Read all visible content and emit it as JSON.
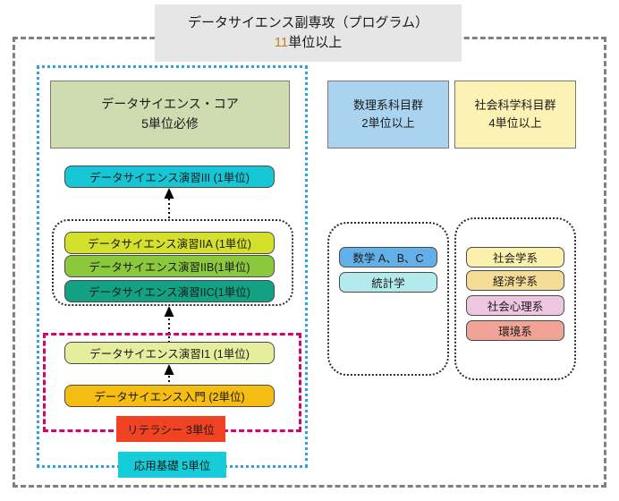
{
  "header": {
    "title": "データサイエンス副専攻（プログラム）",
    "credits_number": "11",
    "credits_suffix": "単位以上"
  },
  "left_column": {
    "core": {
      "title": "データサイエンス・コア",
      "credits": "5単位必修"
    },
    "courses": [
      {
        "id": "ds-enshu-3",
        "label": "データサイエンス演習III (1単位)",
        "color": "#17c6d5"
      },
      {
        "id": "ds-enshu-2a",
        "label": "データサイエンス演習IIA (1単位)",
        "color": "#d4e02c"
      },
      {
        "id": "ds-enshu-2b",
        "label": "データサイエンス演習IIB(1単位)",
        "color": "#8ac83c"
      },
      {
        "id": "ds-enshu-2c",
        "label": "データサイエンス演習IIC(1単位)",
        "color": "#12a183"
      },
      {
        "id": "ds-enshu-1",
        "label": "データサイエンス演習I1 (1単位)",
        "color": "#e4ee9c"
      },
      {
        "id": "ds-nyumon",
        "label": "データサイエンス入門 (2単位)",
        "color": "#f5bd11"
      }
    ],
    "foundation": [
      {
        "id": "literacy",
        "label": "リテラシー 3単位",
        "color": "#f04323"
      },
      {
        "id": "applied",
        "label": "応用基礎 5単位",
        "color": "#16ccd8"
      }
    ]
  },
  "right_column": {
    "math_group": {
      "title": "数理系科目群",
      "credits": "2単位以上",
      "color": "#aad3ef",
      "subjects": [
        {
          "id": "math-abc",
          "label": "数学 A、B、C",
          "color": "#63b0e8"
        },
        {
          "id": "statistics",
          "label": "統計学",
          "color": "#b3eaeb"
        }
      ]
    },
    "social_group": {
      "title": "社会科学科目群",
      "credits": "4単位以上",
      "color": "#fbf2b4",
      "subjects": [
        {
          "id": "sociology",
          "label": "社会学系",
          "color": "#fbf1ad"
        },
        {
          "id": "economics",
          "label": "経済学系",
          "color": "#f5dc96"
        },
        {
          "id": "social-psych",
          "label": "社会心理系",
          "color": "#eec6e0"
        },
        {
          "id": "environment",
          "label": "環境系",
          "color": "#f0a396"
        }
      ]
    }
  },
  "frames": {
    "outer_color": "#808080",
    "blue_color": "#2e9fe8",
    "magenta_color": "#d1056b",
    "group_dotted_color": "#2b2b2b"
  }
}
